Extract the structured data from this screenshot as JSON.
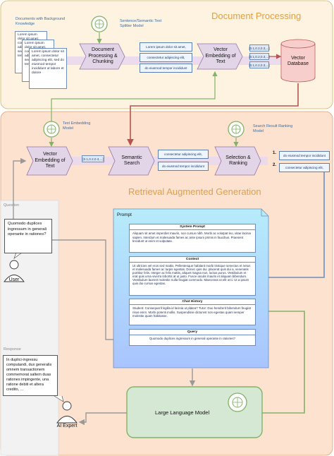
{
  "sections": {
    "document_processing": "Document Processing",
    "rag": "Retrieval Augmented Generation"
  },
  "labels": {
    "documents_with_knowledge": "Documents with Background Knowledge",
    "splitter_model": "Sentence/Semantic Text Splitter Model",
    "text_embedding_model": "Text Embedding Model",
    "ranking_model": "Search Result Ranking Model",
    "question": "Question",
    "response": "Response"
  },
  "documents": {
    "doc1": "Lorem ipsum dolor sit amet, consectetur adipiscing elit, sed do eiusmod tempor incididunt",
    "doc2": "Lorem ipsum dolor sit amet, consectetur adipiscing elit, sed do eiusmod tempor incididunt",
    "doc3": "Lorem ipsum dolor sit amet, consectetur adipiscing elit, sed do eiusmod tempor incididunt ut labore et dolore"
  },
  "nodes": {
    "doc_processing": "Document Processing & Chunking",
    "vector_embedding_top": "Vector Embedding of Text",
    "vector_db": "Vector Database",
    "vector_embedding_bottom": "Vector Embedding of Text",
    "semantic_search": "Semantic Search",
    "selection_ranking": "Selection & Ranking",
    "llm": "Large Language Model",
    "prompt": "Prompt"
  },
  "chunks_top": [
    "Lorem ipsum dolor sit amet,",
    "consectetur adipiscing elit,",
    "do eiusmod tempor incididunt"
  ],
  "vectors_top": [
    "[0.1,0.2,0.3,...]",
    "[0.1,0.2,0.3,...]",
    "[0.1,0.2,0.3,...]"
  ],
  "vector_query": "[0.1,0.2,0.3,...]",
  "search_results": [
    "consectetur adipiscing elit,",
    "do eiusmod tempor incididunt"
  ],
  "ranked_results": [
    {
      "num": "1.",
      "text": "do eiusmod tempor incididunt"
    },
    {
      "num": "2.",
      "text": "consectetur adipiscing elit,"
    }
  ],
  "prompt_sections": {
    "system_title": "System Prompt",
    "system_body": "Aliquam sit amet imperdiet mauris, non cursus nibh. Morbi ac volutpat leo, vitae lacinia sapien. Interdum et malesuada fames ac ante ipsum primis in faucibus. Praesent tincidunt ut enim et vulputate.",
    "context_title": "Context",
    "context_body": "Ut ultricies vel eros sed mattis. Pellentesque habitant morbi tristique senectus et netus et malesuada fames ac turpis egestas. Donec quis dui. placerat quis dui a, venenatis porttitor felis. Integer ac felis mattis, aliquet magna non, luctus purus. Vestibulum et erat quis urna viverra lobortis at ut justo. Fusce iaculis mauris et aliquam bibendum. Vestibulum laoreet molestie nulla feugiat commodo. Maecenas ut elit orci. Ut a ipsum quis dui cursus egestas.",
    "history_title": "Chat History",
    "history_body": "Student: Consequat fringilla id lacinia ut platea? Tutor: Duo hendrerit bibendum feugiat risus enim. Morbi potenti mollis. Suspendisse dictumst non egestas quam semper molestie quam habitasse.",
    "query_title": "Query",
    "query_body": "Quomodo duplices ingressum in generali operante in rationes?"
  },
  "question_text": "Quomodo duplices ingressum in generali operante in rationes?",
  "response_text": "In duplici-ingressu computandi, dux generalis omnem transactionem commemorat saltem duas rationes impingente, una ratione debiti et altera credito, ...",
  "actors": {
    "user": "User",
    "ai_expert": "AI Expert"
  },
  "colors": {
    "doc_section_fill": "#fdf3e0",
    "rag_section_fill": "#fde2cf",
    "process_fill": "#e1d5e7",
    "process_stroke": "#9673a6",
    "db_fill": "#f8cecc",
    "db_stroke": "#b85450",
    "model_green": "#82b366",
    "prompt_fill": "#b7ecfb",
    "arrow_red": "#b85450",
    "arrow_blue": "#6c8ebf",
    "arrow_gray": "#999999"
  }
}
